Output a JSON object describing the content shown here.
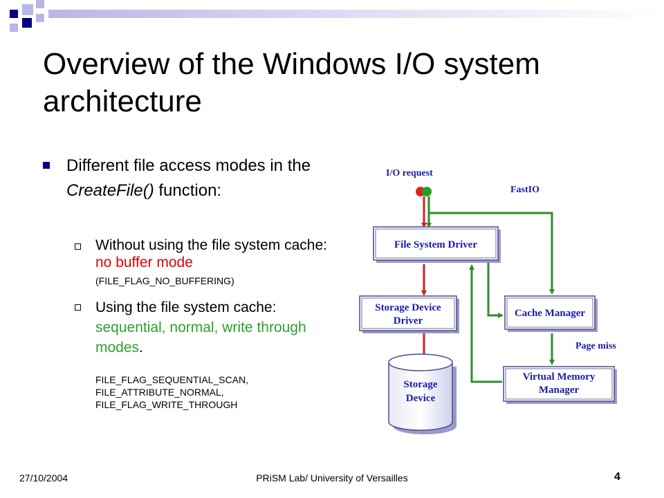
{
  "slide": {
    "title": "Overview of the Windows I/O system architecture",
    "bullet": {
      "pre": "Different file access modes in the ",
      "italic": "CreateFile()",
      "post": " function:"
    },
    "sub1": {
      "main": "Without using the file system cache: ",
      "highlight": "no buffer mode",
      "flag": "(FILE_FLAG_NO_BUFFERING)"
    },
    "sub2": {
      "main": "Using the file system cache: ",
      "highlight": "sequential, normal, write through modes",
      "end": "."
    },
    "flags": [
      "FILE_FLAG_SEQUENTIAL_SCAN,",
      "FILE_ATTRIBUTE_NORMAL,",
      "FILE_FLAG_WRITE_THROUGH"
    ]
  },
  "diagram": {
    "io_request": "I/O request",
    "fastio": "FastIO",
    "page_miss": "Page miss",
    "file_system_driver": "File System Driver",
    "storage_device_driver": [
      "Storage Device",
      "Driver"
    ],
    "cache_manager": "Cache Manager",
    "virtual_memory_manager": [
      "Virtual Memory",
      "Manager"
    ],
    "storage_device": [
      "Storage",
      "Device"
    ],
    "colors": {
      "red": "#d42020",
      "green": "#2e8b2e",
      "box_text": "#1a1aa6"
    }
  },
  "footer": {
    "date": "27/10/2004",
    "center": "PRiSM Lab/ University of Versailles",
    "page": "4"
  }
}
